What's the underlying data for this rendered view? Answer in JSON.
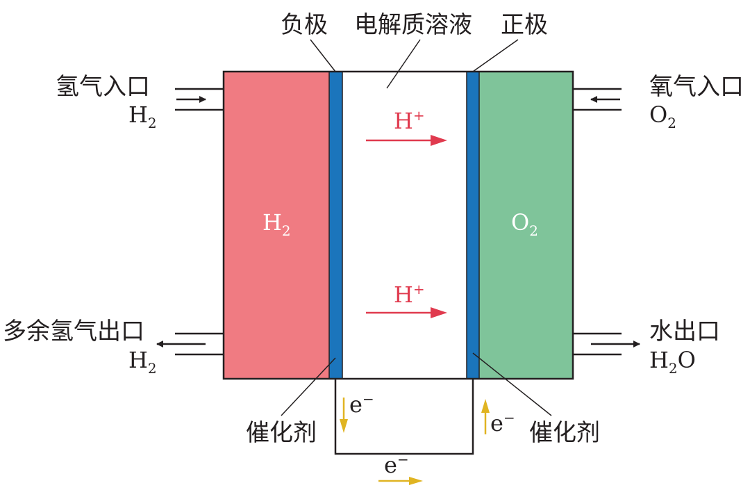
{
  "labels": {
    "anode": "负极",
    "electrolyte": "电解质溶液",
    "cathode": "正极",
    "h2_inlet": "氢气入口",
    "o2_inlet": "氧气入口",
    "h2_excess_outlet": "多余氢气出口",
    "water_outlet": "水出口",
    "catalyst_left": "催化剂",
    "catalyst_right": "催化剂"
  },
  "formulas": {
    "h2_inlet": {
      "base": "H",
      "sub": "2"
    },
    "o2_inlet": {
      "base": "O",
      "sub": "2"
    },
    "h2_outlet": {
      "base": "H",
      "sub": "2"
    },
    "water": {
      "base1": "H",
      "sub": "2",
      "base2": "O"
    },
    "h2_chamber": {
      "base": "H",
      "sub": "2"
    },
    "o2_chamber": {
      "base": "O",
      "sub": "2"
    },
    "proton_top": {
      "base": "H",
      "sup": "+"
    },
    "proton_bottom": {
      "base": "H",
      "sup": "+"
    },
    "electron_left": {
      "base": "e",
      "sup": "−"
    },
    "electron_right": {
      "base": "e",
      "sup": "−"
    },
    "electron_bottom": {
      "base": "e",
      "sup": "−"
    }
  },
  "colors": {
    "h2_chamber": "#f07b82",
    "o2_chamber": "#7fc49a",
    "electrode": "#1b75bc",
    "proton_arrow": "#e03a4e",
    "electron_arrow": "#e0b422",
    "line": "#231f20"
  }
}
